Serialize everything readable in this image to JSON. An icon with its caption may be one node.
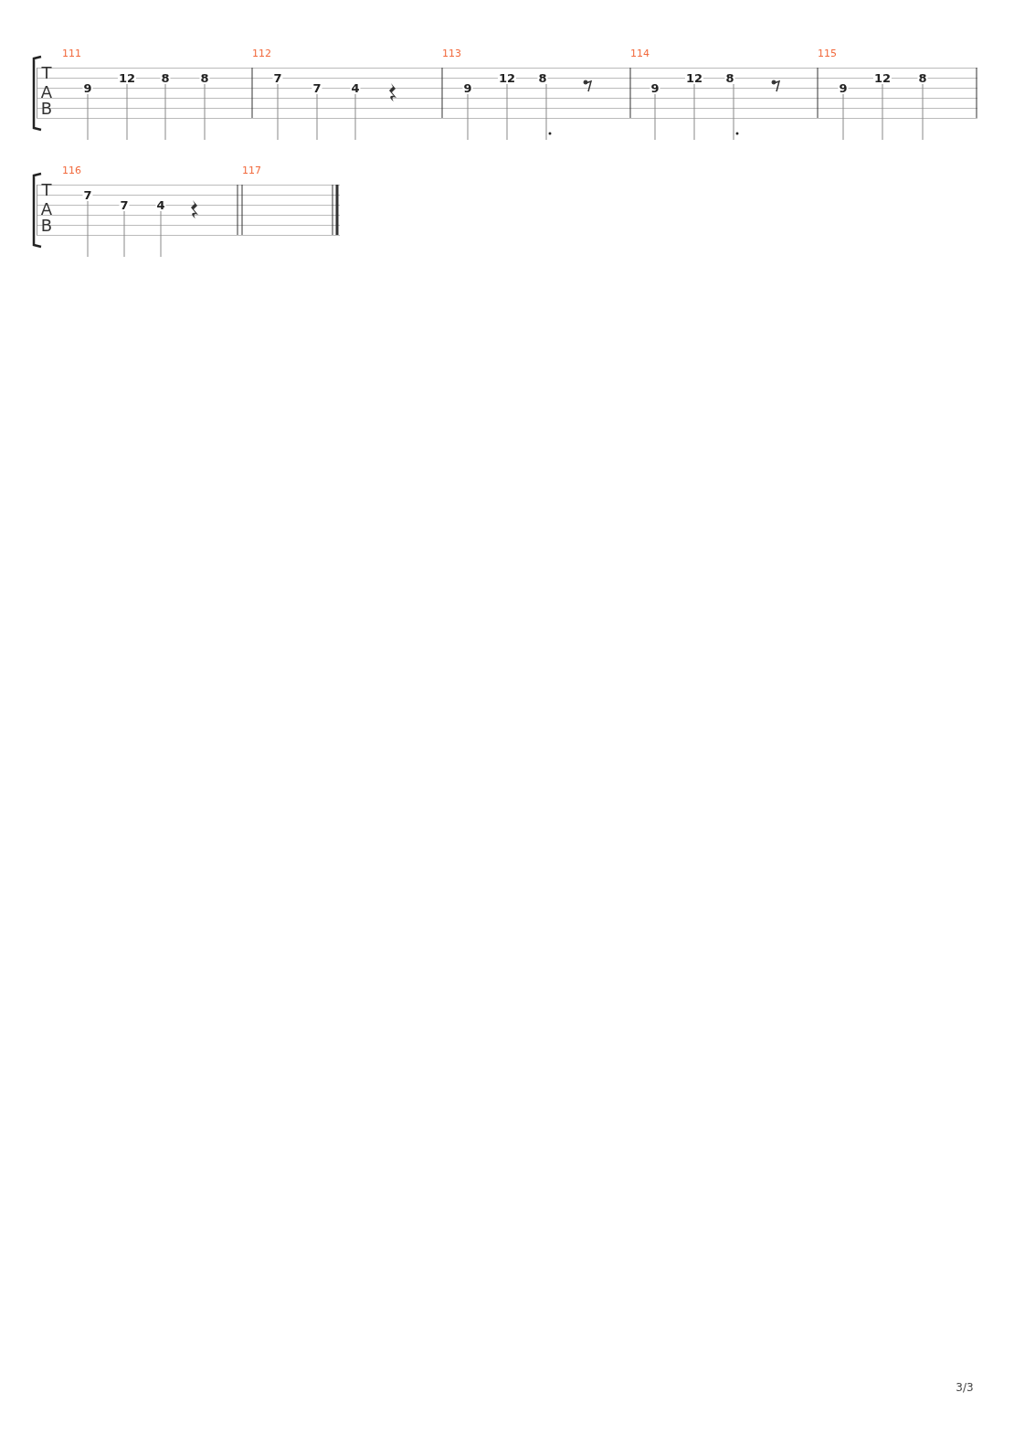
{
  "diagram": {
    "labels": [
      "T",
      "A",
      "B",
      "111",
      "9",
      "12",
      "8",
      "8",
      "112",
      "7",
      "7",
      "4",
      "113",
      "9",
      "12",
      "8",
      "114",
      "9",
      "12",
      "8",
      "115",
      "9",
      "12",
      "8",
      "T",
      "A",
      "B",
      "116",
      "7",
      "7",
      "4",
      "117",
      "3/3"
    ]
  }
}
